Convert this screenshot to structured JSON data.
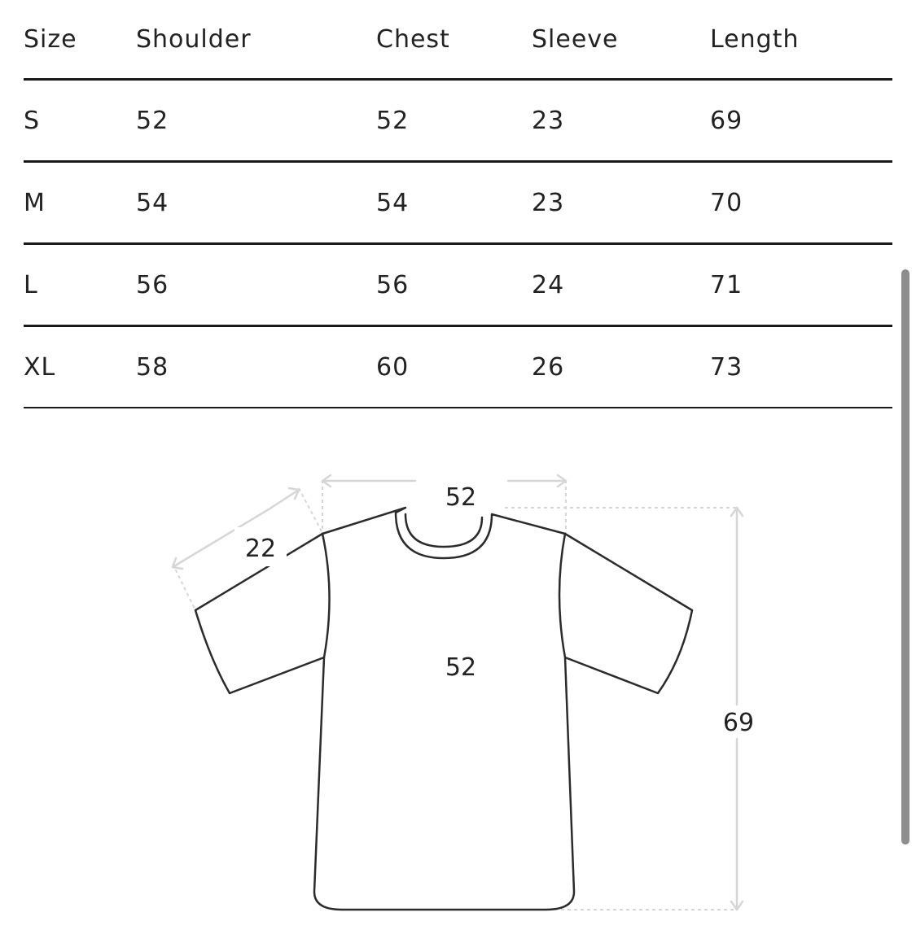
{
  "table": {
    "headers": {
      "size": "Size",
      "shoulder": "Shoulder",
      "chest": "Chest",
      "sleeve": "Sleeve",
      "length": "Length"
    },
    "rows": [
      {
        "size": "S",
        "shoulder": "52",
        "chest": "52",
        "sleeve": "23",
        "length": "69"
      },
      {
        "size": "M",
        "shoulder": "54",
        "chest": "54",
        "sleeve": "23",
        "length": "70"
      },
      {
        "size": "L",
        "shoulder": "56",
        "chest": "56",
        "sleeve": "24",
        "length": "71"
      },
      {
        "size": "XL",
        "shoulder": "58",
        "chest": "60",
        "sleeve": "26",
        "length": "73"
      }
    ]
  },
  "diagram": {
    "shoulder_value": "52",
    "sleeve_value": "22",
    "chest_value": "52",
    "length_value": "69"
  },
  "colors": {
    "text": "#222222",
    "rule": "#1a1a1a",
    "measure_line": "#d6d6d6",
    "garment_outline": "#2b2b2b",
    "scrollbar": "#8e8e8e"
  },
  "icons": {
    "garment": "tshirt-outline-icon"
  }
}
